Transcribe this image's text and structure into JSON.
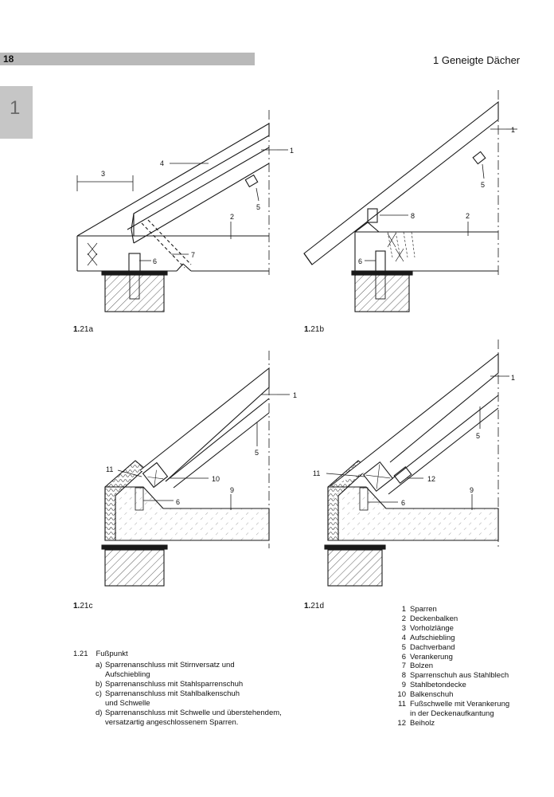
{
  "header": {
    "page_number": "18",
    "chapter": "1  Geneigte Dächer",
    "chapter_tab": "1"
  },
  "figures": {
    "a": {
      "num": "1.",
      "id": "21a"
    },
    "b": {
      "num": "1.",
      "id": "21b"
    },
    "c": {
      "num": "1.",
      "id": "21c"
    },
    "d": {
      "num": "1.",
      "id": "21d"
    }
  },
  "callouts": {
    "a": [
      "1",
      "2",
      "3",
      "4",
      "5",
      "6",
      "7"
    ],
    "b": [
      "1",
      "2",
      "5",
      "6",
      "8"
    ],
    "c": [
      "1",
      "5",
      "6",
      "9",
      "10",
      "11"
    ],
    "d": [
      "1",
      "5",
      "6",
      "9",
      "11",
      "12"
    ]
  },
  "caption": {
    "number": "1.21",
    "title": "Fußpunkt",
    "items": [
      {
        "key": "a)",
        "text": "Sparrenanschluss mit Stirnversatz und",
        "cont": "Aufschiebling"
      },
      {
        "key": "b)",
        "text": "Sparrenanschluss mit Stahlsparrenschuh",
        "cont": ""
      },
      {
        "key": "c)",
        "text": "Sparrenanschluss mit Stahlbalkenschuh",
        "cont": "und Schwelle"
      },
      {
        "key": "d)",
        "text": "Sparrenanschluss mit Schwelle und überstehendem,",
        "cont": "versatzartig angeschlossenem Sparren."
      }
    ]
  },
  "legend": [
    {
      "num": "1",
      "label": "Sparren"
    },
    {
      "num": "2",
      "label": "Deckenbalken"
    },
    {
      "num": "3",
      "label": "Vorholzlänge"
    },
    {
      "num": "4",
      "label": "Aufschiebling"
    },
    {
      "num": "5",
      "label": "Dachverband"
    },
    {
      "num": "6",
      "label": "Verankerung"
    },
    {
      "num": "7",
      "label": "Bolzen"
    },
    {
      "num": "8",
      "label": "Sparrenschuh aus Stahlblech"
    },
    {
      "num": "9",
      "label": "Stahlbetondecke"
    },
    {
      "num": "10",
      "label": "Balkenschuh"
    },
    {
      "num": "11",
      "label": "Fußschwelle mit Verankerung",
      "cont": "in der Deckenaufkantung"
    },
    {
      "num": "12",
      "label": "Beiholz"
    }
  ]
}
